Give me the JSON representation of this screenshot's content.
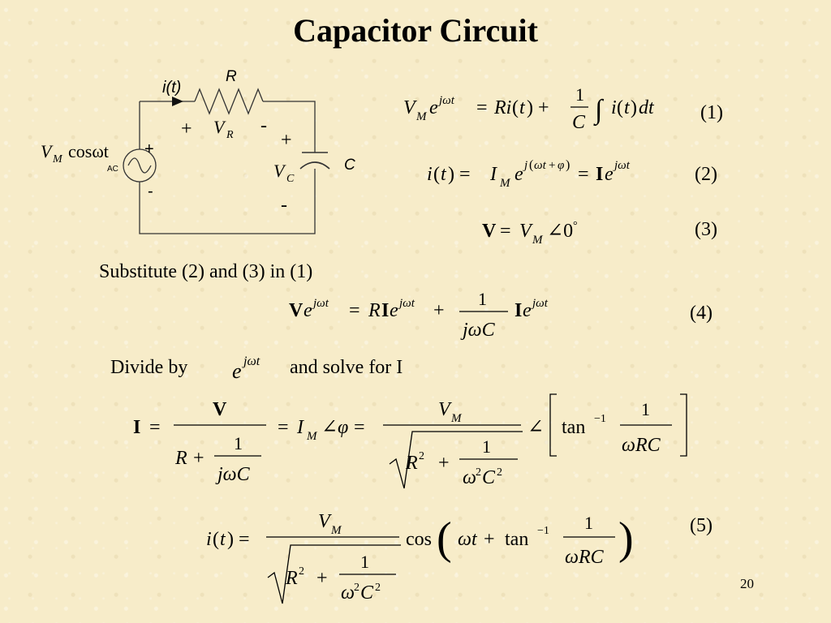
{
  "slide": {
    "title": "Capacitor Circuit",
    "page_number": "20"
  },
  "circuit": {
    "current_label": "i(t)",
    "resistor_label": "R",
    "vr_label": "V",
    "vr_sub": "R",
    "vr_plus": "+",
    "vr_minus": "-",
    "capacitor_label": "C",
    "vc_label": "V",
    "vc_sub": "C",
    "vc_plus": "+",
    "vc_minus": "-",
    "source_label_v": "V",
    "source_label_sub": "M",
    "source_label_rest": "cosωt",
    "source_plus": "+",
    "source_minus": "-",
    "source_type": "AC"
  },
  "equations": {
    "numbers": [
      "(1)",
      "(2)",
      "(3)",
      "(4)",
      "(5)"
    ],
    "text_substitute": "Substitute (2) and (3) in (1)",
    "text_divide": "Divide by",
    "text_solve": "and solve for I"
  }
}
